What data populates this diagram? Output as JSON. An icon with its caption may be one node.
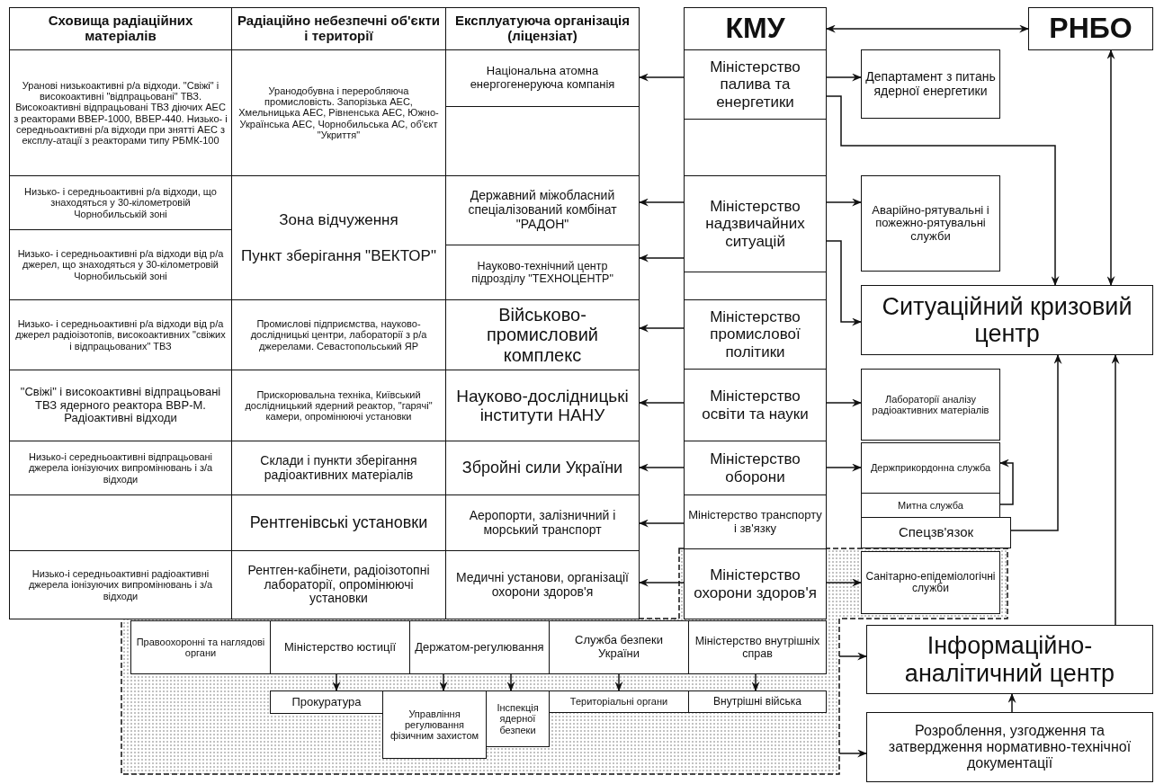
{
  "diagram": {
    "nodes": [
      {
        "text": [
          "Сховища радіаційних матеріалів"
        ]
      },
      {
        "text": [
          "Радіаційно небезпечні об'єкти і території"
        ]
      },
      {
        "text": [
          "Експлуатуюча організація (ліцензіат)"
        ]
      },
      {
        "text": [
          "КМУ"
        ]
      },
      {
        "text": [
          "РНБО"
        ]
      },
      {
        "text": [
          "Уранові низькоактивні р/а відходи. \"Свіжі\" і високоактивні \"відпрацьовані\" ТВЗ. Високоактивні відпрацьовані ТВЗ діючих АЕС з реакторами ВВЕР-1000, ВВЕР-440. Низько- і середньоактивні р/а відходи при знятті АЕС з експлу-атації з реакторами типу РБМК-100"
        ]
      },
      {
        "text": [
          "Уранодобувна і переробляюча промисловість. Запорізька АЕС, Хмельницька АЕС, Рівненська АЕС, Южно-Українська АЕС, Чорнобильська АС, об'єкт \"Укриття\""
        ]
      },
      {
        "text": [
          "Національна атомна енергогенеруюча компанія"
        ]
      },
      {
        "text": [
          "Міністерство палива та енергетики"
        ]
      },
      {
        "text": [
          "Департамент з питань ядерної енергетики"
        ]
      },
      {
        "text": [],
        "shape": "box"
      },
      {
        "text": [],
        "shape": "box"
      },
      {
        "text": [
          "Низько- і середньоактивні р/а відходи, що знаходяться у 30-кілометровій Чорнобильській зоні"
        ]
      },
      {
        "text": [
          "Зона відчуження",
          "Пункт зберігання \"ВЕКТОР\""
        ]
      },
      {
        "text": [
          "Державний міжобласний спеціалізований комбінат \"РАДОН\""
        ]
      },
      {
        "text": [
          "Міністерство надзвичайних ситуацій"
        ]
      },
      {
        "text": [
          "Аварійно-рятувальні і пожежно-рятувальні служби"
        ]
      },
      {
        "text": [
          "Низько- і середньоактивні р/а відходи від р/а джерел, що знаходяться у 30-кілометровій Чорнобильській зоні"
        ]
      },
      {
        "text": [
          "Науково-технічний центр підрозділу \"ТЕХНОЦЕНТР\""
        ]
      },
      {
        "text": [],
        "shape": "box"
      },
      {
        "text": [
          "Ситуаційний кризовий центр"
        ]
      },
      {
        "text": [
          "Низько- і середньоактивні р/а відходи від р/а джерел радіоізотопів, високоактивних \"свіжих і відпрацьованих\" ТВЗ"
        ]
      },
      {
        "text": [
          "Промислові підприємства, науково-дослідницькі центри, лабораторії з р/а джерелами. Севастопольський ЯР"
        ]
      },
      {
        "text": [
          "Військово-промисловий комплекс"
        ]
      },
      {
        "text": [
          "Міністерство промислової політики"
        ]
      },
      {
        "text": [
          "\"Свіжі\" і високоактивні відпрацьовані ТВЗ ядерного реактора ВВР-М. Радіоактивні відходи"
        ]
      },
      {
        "text": [
          "Прискорювальна техніка, Київський дослідницький ядерний реактор, \"гарячі\" камери, опромінюючі установки"
        ]
      },
      {
        "text": [
          "Науково-дослідницькі інститути НАНУ"
        ]
      },
      {
        "text": [
          "Міністерство освіти та науки"
        ]
      },
      {
        "text": [
          "Лабораторії аналізу радіоактивних матеріалів"
        ]
      },
      {
        "text": [
          "Низько-і середньоактивні відпрацьовані джерела іонізуючих випромінювань і з/а відходи"
        ]
      },
      {
        "text": [
          "Склади і пункти зберігання радіоактивних матеріалів"
        ]
      },
      {
        "text": [
          "Збройні сили України"
        ]
      },
      {
        "text": [
          "Міністерство оборони"
        ]
      },
      {
        "text": [
          "Держприкордонна служба"
        ]
      },
      {
        "text": [],
        "shape": "box"
      },
      {
        "text": [
          "Рентгенівські установки"
        ]
      },
      {
        "text": [
          "Аеропорти, залізничний і морський транспорт"
        ]
      },
      {
        "text": [
          "Міністерство транспорту і зв'язку"
        ]
      },
      {
        "text": [
          "Митна служба"
        ]
      },
      {
        "text": [
          "Спецзв'язок"
        ]
      },
      {
        "text": [],
        "shape": "box"
      },
      {
        "text": [
          "Низько-і середньоактивні радіоактивні джерела іонізуючих випромінювань і з/а відходи"
        ]
      },
      {
        "text": [
          "Рентген-кабінети, радіоізотопні лабораторії, опромінюючі установки"
        ]
      },
      {
        "text": [
          "Медичні установи, організації охорони здоров'я"
        ]
      },
      {
        "text": [
          "Міністерство охорони здоров'я"
        ],
        "in": 41
      },
      {
        "text": [
          "Санітарно-епідеміологічні служби"
        ],
        "in": 41
      },
      {
        "text": [
          "Правоохоронні та наглядові органи"
        ],
        "in": 41
      },
      {
        "text": [
          "Міністерство юстиції"
        ],
        "in": 41
      },
      {
        "text": [
          "Держатом-регулювання"
        ],
        "in": 41
      },
      {
        "text": [
          "Служба безпеки України"
        ],
        "in": 41
      },
      {
        "text": [
          "Міністерство внутрішніх справ"
        ],
        "in": 41
      },
      {
        "text": [
          "Інформаційно-аналітичний центр"
        ]
      },
      {
        "text": [
          "Прокуратура"
        ],
        "in": 41
      },
      {
        "text": [
          "Управління регулювання фізичним захистом"
        ],
        "in": 41
      },
      {
        "text": [
          "Інспекція ядерної безпеки"
        ],
        "in": 41
      },
      {
        "text": [
          "Територіальні органи"
        ],
        "in": 41
      },
      {
        "text": [
          "Внутрішні війська"
        ],
        "in": 41
      },
      {
        "text": [
          "Розроблення, узгодження та затвердження нормативно-технічної документації"
        ]
      }
    ],
    "edges": [
      {
        "from": 3,
        "to": 4,
        "arrow": "both"
      },
      {
        "from": 4,
        "to": 20,
        "arrow": "both"
      },
      {
        "from": 8,
        "to": 7,
        "arrow": "to"
      },
      {
        "from": 8,
        "to": 9,
        "arrow": "to"
      },
      {
        "from": 8,
        "to": 20,
        "arrow": "to"
      },
      {
        "from": 15,
        "to": 14,
        "arrow": "to"
      },
      {
        "from": 15,
        "to": 18,
        "arrow": "to"
      },
      {
        "from": 15,
        "to": 16,
        "arrow": "to"
      },
      {
        "from": 15,
        "to": 20,
        "arrow": "to"
      },
      {
        "from": 24,
        "to": 23,
        "arrow": "to"
      },
      {
        "from": 28,
        "to": 27,
        "arrow": "to"
      },
      {
        "from": 28,
        "to": 29,
        "arrow": "to"
      },
      {
        "from": 33,
        "to": 32,
        "arrow": "to"
      },
      {
        "from": 33,
        "to": 34,
        "arrow": "to"
      },
      {
        "from": 38,
        "to": 37,
        "arrow": "to"
      },
      {
        "from": 39,
        "to": 34,
        "arrow": "to"
      },
      {
        "from": 40,
        "to": 20,
        "arrow": "to"
      },
      {
        "from": 52,
        "to": 20,
        "arrow": "to"
      },
      {
        "from": 45,
        "to": 44,
        "arrow": "to"
      },
      {
        "from": 45,
        "to": 46,
        "arrow": "to"
      },
      {
        "from": 58,
        "to": 52,
        "arrow": "to"
      },
      {
        "from": 41,
        "to": 52,
        "arrow": "to"
      },
      {
        "from": 41,
        "to": 58,
        "arrow": "to"
      },
      {
        "from": 48,
        "to": 53,
        "arrow": "to"
      },
      {
        "from": 49,
        "to": 54,
        "arrow": "to"
      },
      {
        "from": 49,
        "to": 55,
        "arrow": "to"
      },
      {
        "from": 50,
        "to": 56,
        "arrow": "to"
      },
      {
        "from": 51,
        "to": 57,
        "arrow": "to"
      }
    ]
  }
}
